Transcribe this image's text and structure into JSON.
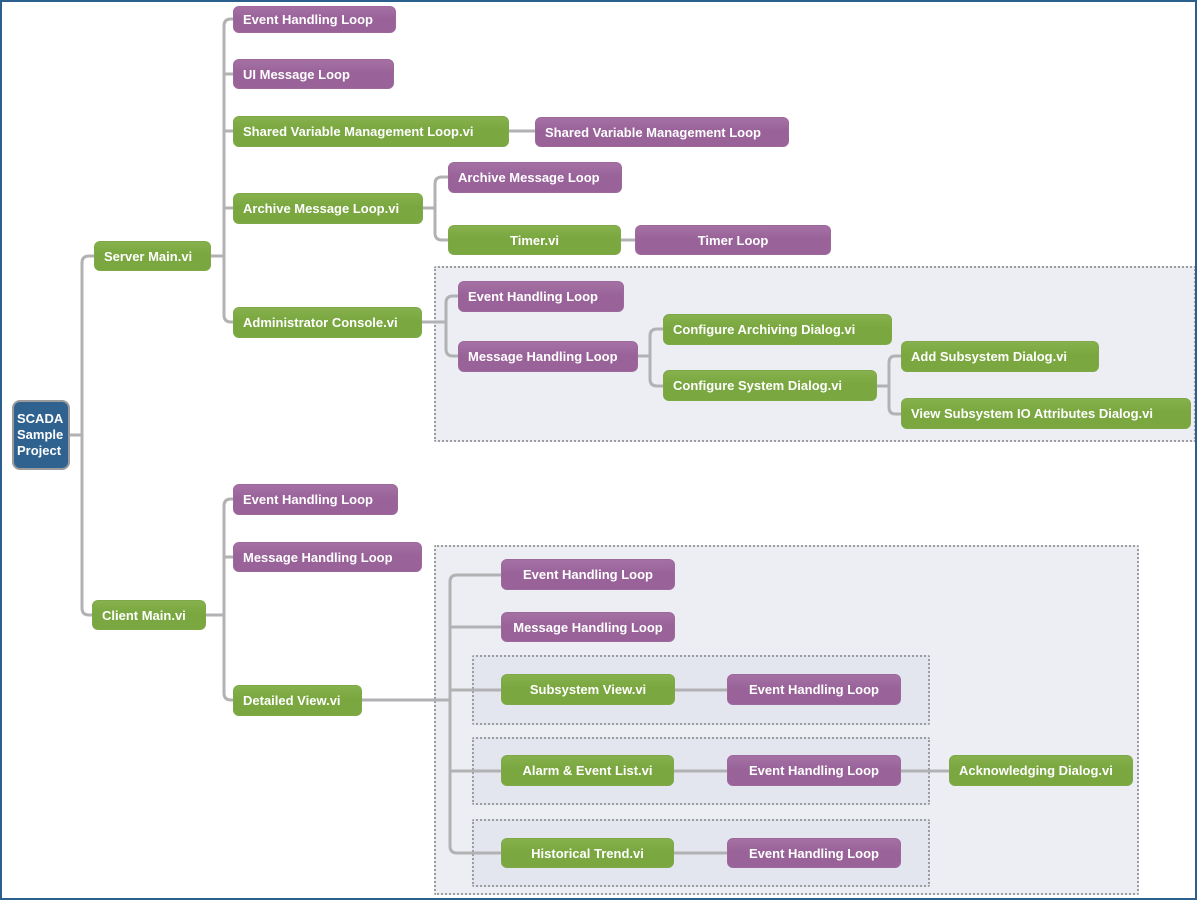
{
  "diagram": {
    "title": "SCADA Sample Project hierarchy diagram",
    "colors": {
      "root_blue": "#2f628f",
      "vi_node_green": "#7aa73f",
      "loop_node_purple": "#996399",
      "connector_gray": "#b2b2b5",
      "container_background": "#eceef4",
      "container_nested_background": "#e3e5ef",
      "container_dotted_border": "#9c9ca1",
      "canvas_border": "#2b5f8d"
    },
    "nodes": {
      "root": "SCADA Sample Project",
      "server_main": "Server Main.vi",
      "client_main": "Client Main.vi",
      "server_event_loop": "Event Handling Loop",
      "ui_message_loop": "UI Message Loop",
      "shared_var_mgmt_vi": "Shared Variable Management Loop.vi",
      "shared_var_mgmt_loop": "Shared Variable Management Loop",
      "archive_msg_vi": "Archive Message Loop.vi",
      "archive_msg_loop": "Archive Message Loop",
      "timer_vi": "Timer.vi",
      "timer_loop": "Timer Loop",
      "admin_console": "Administrator Console.vi",
      "admin_event_loop": "Event Handling Loop",
      "admin_msg_loop": "Message Handling Loop",
      "configure_archiving_dialog": "Configure Archiving Dialog.vi",
      "configure_system_dialog": "Configure System Dialog.vi",
      "add_subsystem_dialog": "Add Subsystem Dialog.vi",
      "view_subsystem_io_dialog": "View Subsystem IO Attributes Dialog.vi",
      "client_event_loop": "Event Handling Loop",
      "client_msg_loop": "Message Handling Loop",
      "detailed_view": "Detailed View.vi",
      "dv_event_loop": "Event Handling Loop",
      "dv_msg_loop": "Message Handling Loop",
      "subsystem_view": "Subsystem View.vi",
      "subsystem_event_loop": "Event Handling Loop",
      "alarm_event_list": "Alarm & Event List.vi",
      "alarm_event_loop": "Event Handling Loop",
      "acknowledging_dialog": "Acknowledging Dialog.vi",
      "historical_trend": "Historical Trend.vi",
      "hist_event_loop": "Event Handling Loop"
    }
  }
}
